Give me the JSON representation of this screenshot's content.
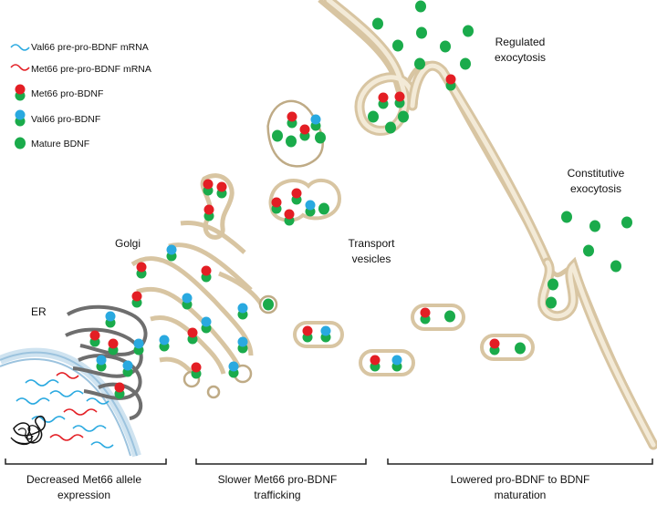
{
  "legend": {
    "items": [
      {
        "label": "Val66 pre-pro-BDNF mRNA",
        "icon": "blue-mrna-squiggle-icon"
      },
      {
        "label": "Met66 pre-pro-BDNF mRNA",
        "icon": "red-mrna-squiggle-icon"
      },
      {
        "label": "Met66 pro-BDNF",
        "icon": "red-green-dimer-icon"
      },
      {
        "label": "Val66 pro-BDNF",
        "icon": "blue-green-dimer-icon"
      },
      {
        "label": "Mature BDNF",
        "icon": "green-dot-icon"
      }
    ]
  },
  "labels": {
    "er": "ER",
    "golgi": "Golgi",
    "transport": [
      "Transport",
      "vesicles"
    ],
    "regulated": [
      "Regulated",
      "exocytosis"
    ],
    "constitutive": [
      "Constitutive",
      "exocytosis"
    ]
  },
  "brackets": [
    {
      "lines": [
        "Decreased Met66 allele",
        "expression"
      ]
    },
    {
      "lines": [
        "Slower Met66 pro-BDNF",
        "trafficking"
      ]
    },
    {
      "lines": [
        "Lowered pro-BDNF to BDNF",
        "maturation"
      ]
    }
  ],
  "colors": {
    "met66": "#e31e24",
    "val66": "#29a9e0",
    "mature": "#1aab4b",
    "membrane": "#d8c5a2",
    "er": "#6e6e6e"
  }
}
